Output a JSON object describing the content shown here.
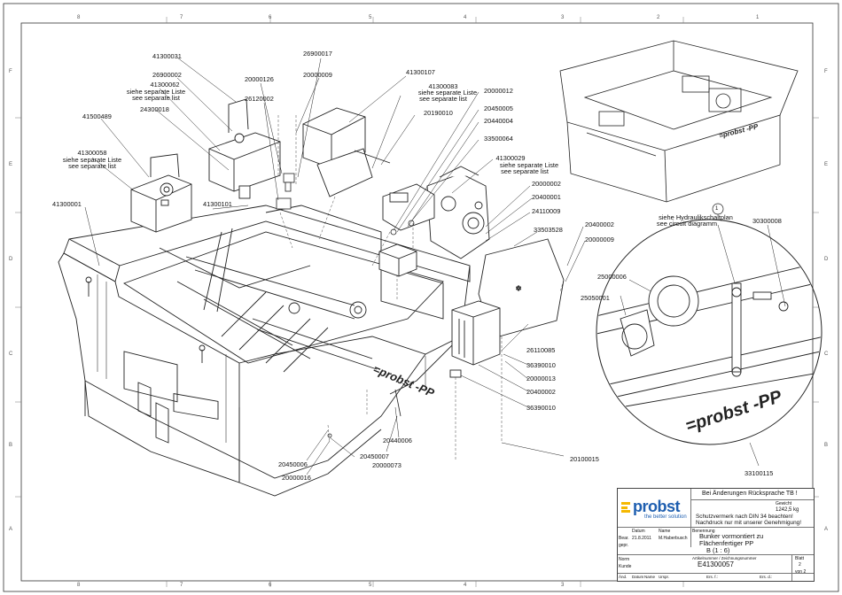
{
  "sheet": {
    "zone_columns": [
      "8",
      "7",
      "6",
      "5",
      "4",
      "3",
      "2",
      "1"
    ],
    "zone_rows": [
      "F",
      "E",
      "D",
      "C",
      "B",
      "A"
    ]
  },
  "part_numbers": {
    "p41300031": "41300031",
    "p26900002": "26900002",
    "p41300062": "41300062",
    "p41300062_note1": "siehe separate Liste",
    "p41300062_note2": "see separate list",
    "p24300018": "24300018",
    "p41500489": "41500489",
    "p41300058": "41300058",
    "p41300058_note1": "siehe separate Liste",
    "p41300058_note2": "see separate list",
    "p41300001": "41300001",
    "p41300101": "41300101",
    "p26900017": "26900017",
    "p20000009a": "20000009",
    "p20000126": "20000126",
    "p26120002": "26120002",
    "p41300107": "41300107",
    "p41300083": "41300083",
    "p41300083_note1": "siehe separate Liste",
    "p41300083_note2": "see separate list",
    "p20190010": "20190010",
    "p20000012": "20000012",
    "p20450005": "20450005",
    "p20440004": "20440004",
    "p33500064": "33500064",
    "p41300029": "41300029",
    "p41300029_note1": "siehe separate Liste",
    "p41300029_note2": "see separate list",
    "p20000002a": "20000002",
    "p20400001": "20400001",
    "p24110009": "24110009",
    "p33503528": "33503528",
    "p20400002a": "20400002",
    "p20000009b": "20000009",
    "p25000006": "25000006",
    "p25050001": "25050001",
    "p26110085": "26110085",
    "p36390010a": "36390010",
    "p20000013": "20000013",
    "p20400002b": "20400002",
    "p36390010b": "36390010",
    "p20440006": "20440006",
    "p20450007": "20450007",
    "p20000073": "20000073",
    "p20450006": "20450006",
    "p20000016": "20000016",
    "p20100015": "20100015",
    "p30300008": "30300008",
    "p33100115": "33100115"
  },
  "detail_note": {
    "number": "1",
    "line1": "siehe Hydraulikschaltplan",
    "line2": "see circuit diagramm"
  },
  "machine_text": {
    "brand_on_frame": "=probst -PP",
    "brand_on_detail": "=probst -PP"
  },
  "title_block": {
    "logo": "probst",
    "tagline": "the better solution",
    "note_header": "Bei Änderungen Rücksprache TB !",
    "weight_label": "Gewicht",
    "weight": "1242,5 kg",
    "protection_1": "Schutzvermerk nach DIN 34 beachten!",
    "protection_2": "Nachdruck nur mit unserer Genehmigung!",
    "col_date": "Datum",
    "col_name": "Name",
    "col_designation": "Benennung",
    "row_bearb": "Bear.",
    "row_gepr": "gepr.",
    "date": "21.8.2011",
    "name": "M.Haberbusch",
    "designation_1": "Bunker vormontiert zu",
    "designation_2": "Flächenfertiger PP",
    "scale": "B (1 : 6)",
    "drawing_no_label": "Artikelnummer / Zeichnungsnummer",
    "drawing_no": "E41300057",
    "sheet_label": "Blatt",
    "sheet_no": "2",
    "sheet_of": "von 2",
    "row_norm": "Norm",
    "row_kunde": "Kunde",
    "row_aend": "Änd.",
    "row_datum": "Datum",
    "row_name": "Name",
    "row_urspr": "Urspr.",
    "row_ers_f": "Ers. f.:",
    "row_ers_d": "Ers. d.:"
  }
}
